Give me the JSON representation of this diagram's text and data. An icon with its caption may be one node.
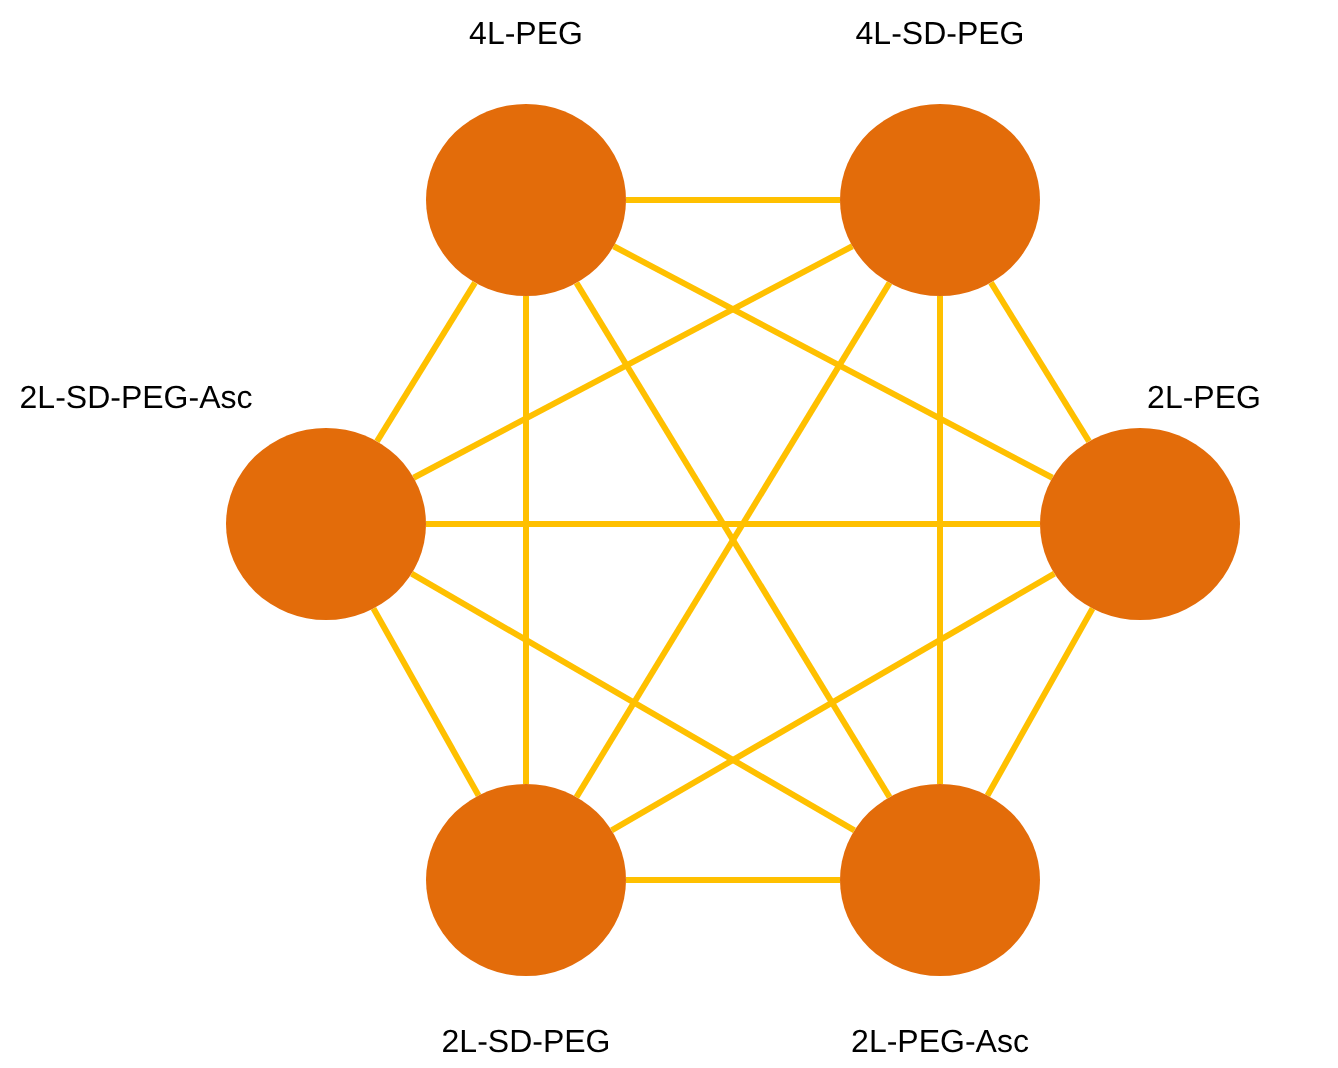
{
  "diagram": {
    "nodes": [
      {
        "text": [
          "4L-PEG"
        ]
      },
      {
        "text": [
          "4L-SD-PEG"
        ]
      },
      {
        "text": [
          "2L-SD-PEG-Asc"
        ]
      },
      {
        "text": [
          "2L-PEG"
        ]
      },
      {
        "text": [
          "2L-SD-PEG"
        ]
      },
      {
        "text": [
          "2L-PEG-Asc"
        ]
      }
    ],
    "edges": [
      {
        "from": 0,
        "to": 1,
        "arrow": "none"
      },
      {
        "from": 0,
        "to": 2,
        "arrow": "none"
      },
      {
        "from": 0,
        "to": 3,
        "arrow": "none"
      },
      {
        "from": 0,
        "to": 4,
        "arrow": "none"
      },
      {
        "from": 0,
        "to": 5,
        "arrow": "none"
      },
      {
        "from": 1,
        "to": 2,
        "arrow": "none"
      },
      {
        "from": 1,
        "to": 3,
        "arrow": "none"
      },
      {
        "from": 1,
        "to": 4,
        "arrow": "none"
      },
      {
        "from": 1,
        "to": 5,
        "arrow": "none"
      },
      {
        "from": 2,
        "to": 3,
        "arrow": "none"
      },
      {
        "from": 2,
        "to": 4,
        "arrow": "none"
      },
      {
        "from": 2,
        "to": 5,
        "arrow": "none"
      },
      {
        "from": 3,
        "to": 4,
        "arrow": "none"
      },
      {
        "from": 3,
        "to": 5,
        "arrow": "none"
      },
      {
        "from": 4,
        "to": 5,
        "arrow": "none"
      }
    ]
  }
}
